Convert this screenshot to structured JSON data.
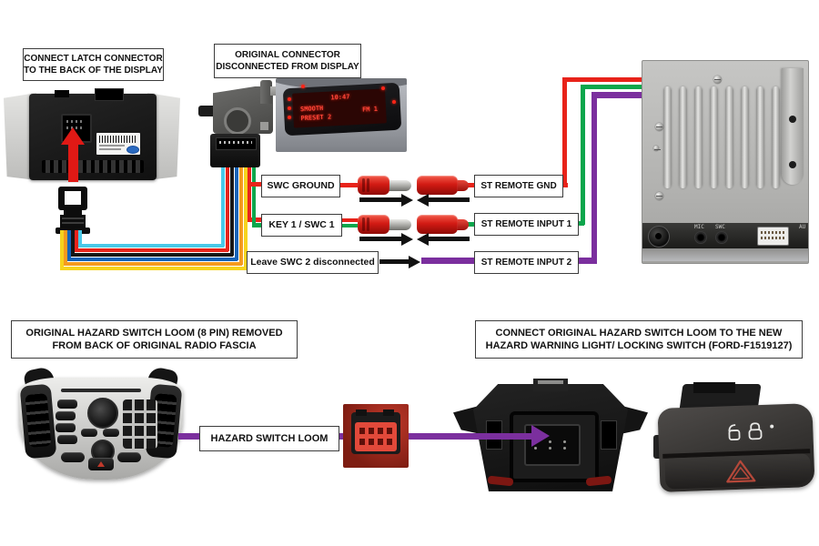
{
  "colors": {
    "wire_red": "#e8231a",
    "wire_green": "#0ca64c",
    "wire_purple": "#7b2f9e",
    "wire_cyan": "#49c9e8",
    "wire_black": "#161616",
    "wire_blue": "#1563b8",
    "wire_orange": "#f59a1e",
    "wire_yellow": "#f6d31e",
    "arrow_red": "#e01915"
  },
  "top_section": {
    "latch_note": {
      "line1": "CONNECT LATCH CONNECTOR",
      "line2": "TO THE BACK OF THE DISPLAY"
    },
    "original_note": {
      "line1": "ORIGINAL CONNECTOR",
      "line2": "DISCONNECTED FROM DISPLAY"
    },
    "wire_labels": {
      "swc_ground": "SWC GROUND",
      "key1": "KEY 1 / SWC 1",
      "swc2": "Leave SWC 2 disconnected"
    },
    "remote_labels": {
      "gnd": "ST REMOTE GND",
      "input1": "ST REMOTE INPUT 1",
      "input2": "ST REMOTE INPUT 2"
    },
    "display_screen": {
      "time": "10:47",
      "line1": "SMOOTH",
      "line2": "PRESET 2",
      "band": "FM 1"
    },
    "head_unit_ports": {
      "mic": "MIC",
      "swc": "SWC",
      "aux": "AU"
    }
  },
  "bottom_section": {
    "removed_note": {
      "line1": "ORIGINAL HAZARD SWITCH LOOM (8 PIN) REMOVED",
      "line2": "FROM BACK OF ORIGINAL RADIO FASCIA"
    },
    "connect_note": {
      "line1": "CONNECT ORIGINAL HAZARD SWITCH LOOM TO THE NEW",
      "line2": "HAZARD WARNING LIGHT/ LOCKING SWITCH (FORD-F1519127)"
    },
    "loom_label": "HAZARD SWITCH LOOM"
  }
}
